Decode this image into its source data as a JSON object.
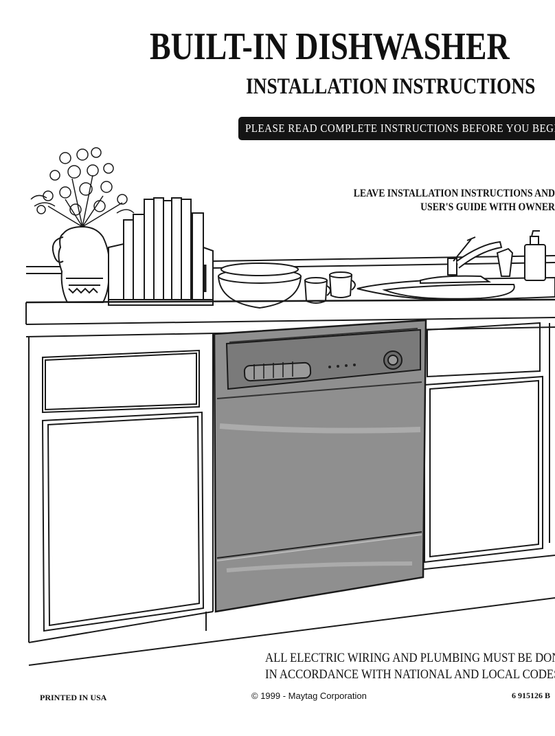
{
  "document": {
    "title": "BUILT-IN DISHWASHER",
    "subtitle": "INSTALLATION INSTRUCTIONS",
    "banner": "PLEASE READ COMPLETE INSTRUCTIONS BEFORE YOU BEGIN",
    "leave_line_1": "LEAVE INSTALLATION INSTRUCTIONS AND",
    "leave_line_2": "USER'S GUIDE WITH OWNER",
    "wiring_line_1": "ALL ELECTRIC WIRING AND PLUMBING MUST BE DONE",
    "wiring_line_2": "IN ACCORDANCE WITH NATIONAL AND LOCAL CODES.",
    "printed": "PRINTED IN USA",
    "copyright": "© 1999 - Maytag Corporation",
    "part_number": "6  915126 B"
  },
  "illustration": {
    "name": "kitchen-dishwasher-illustration",
    "line_color": "#1a1a1a",
    "dishwasher_shade": "#8a8a8a"
  }
}
